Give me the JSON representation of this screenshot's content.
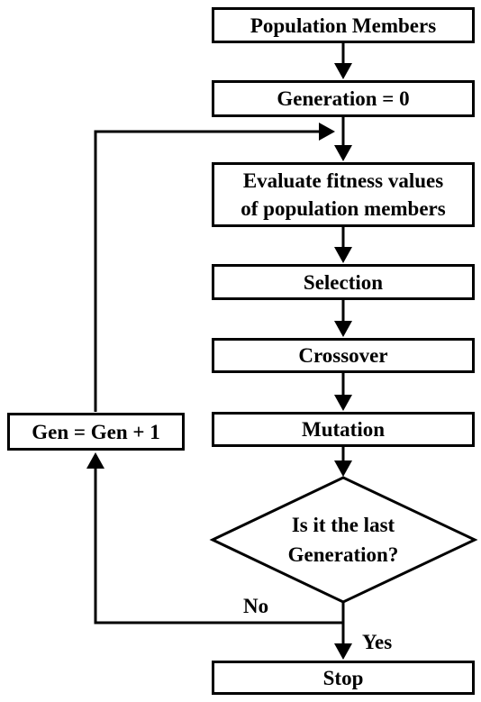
{
  "nodes": {
    "population": {
      "label": "Population Members"
    },
    "generation_zero": {
      "label": "Generation = 0"
    },
    "evaluate": {
      "lines": [
        "Evaluate fitness values",
        "of population members"
      ]
    },
    "selection": {
      "label": "Selection"
    },
    "crossover": {
      "label": "Crossover"
    },
    "mutation": {
      "label": "Mutation"
    },
    "decision": {
      "lines": [
        "Is it the last",
        "Generation?"
      ]
    },
    "increment": {
      "label": "Gen = Gen + 1"
    },
    "stop": {
      "label": "Stop"
    }
  },
  "edges": {
    "no_label": "No",
    "yes_label": "Yes"
  },
  "colors": {
    "stroke": "#000000",
    "fill": "#ffffff"
  }
}
